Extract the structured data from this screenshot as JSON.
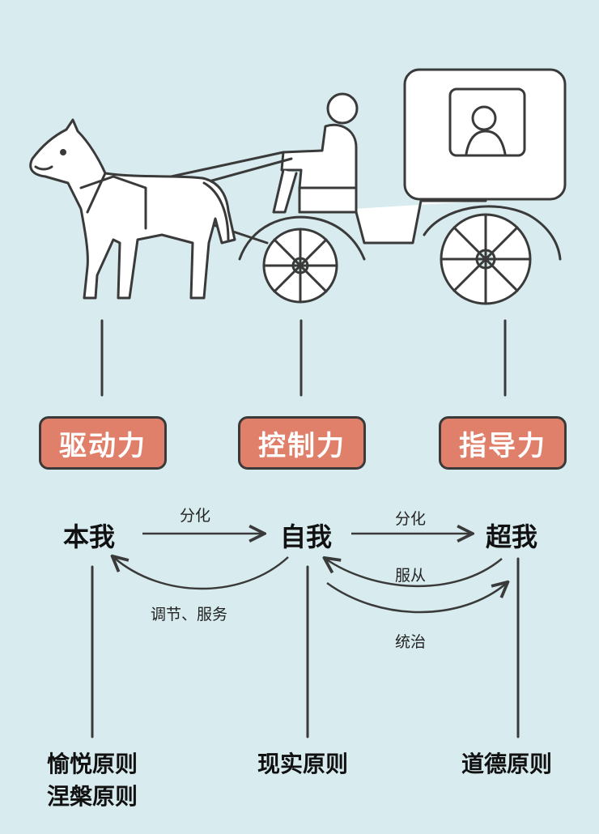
{
  "forces": {
    "drive": "驱动力",
    "control": "控制力",
    "guide": "指导力"
  },
  "nodes": {
    "id": "本我",
    "ego": "自我",
    "superego": "超我"
  },
  "relations": {
    "id_to_ego": "分化",
    "ego_to_superego": "分化",
    "ego_serves_id": "调节、服务",
    "ego_obeys_superego": "服从",
    "superego_governs_ego": "统治"
  },
  "principles": {
    "id_line1": "愉悦原则",
    "id_line2": "涅槃原则",
    "ego": "现实原则",
    "superego": "道德原则"
  },
  "colors": {
    "background": "#d8ecef",
    "badge": "#e0806a",
    "line": "#3a3a3a",
    "fill": "#ffffff"
  }
}
